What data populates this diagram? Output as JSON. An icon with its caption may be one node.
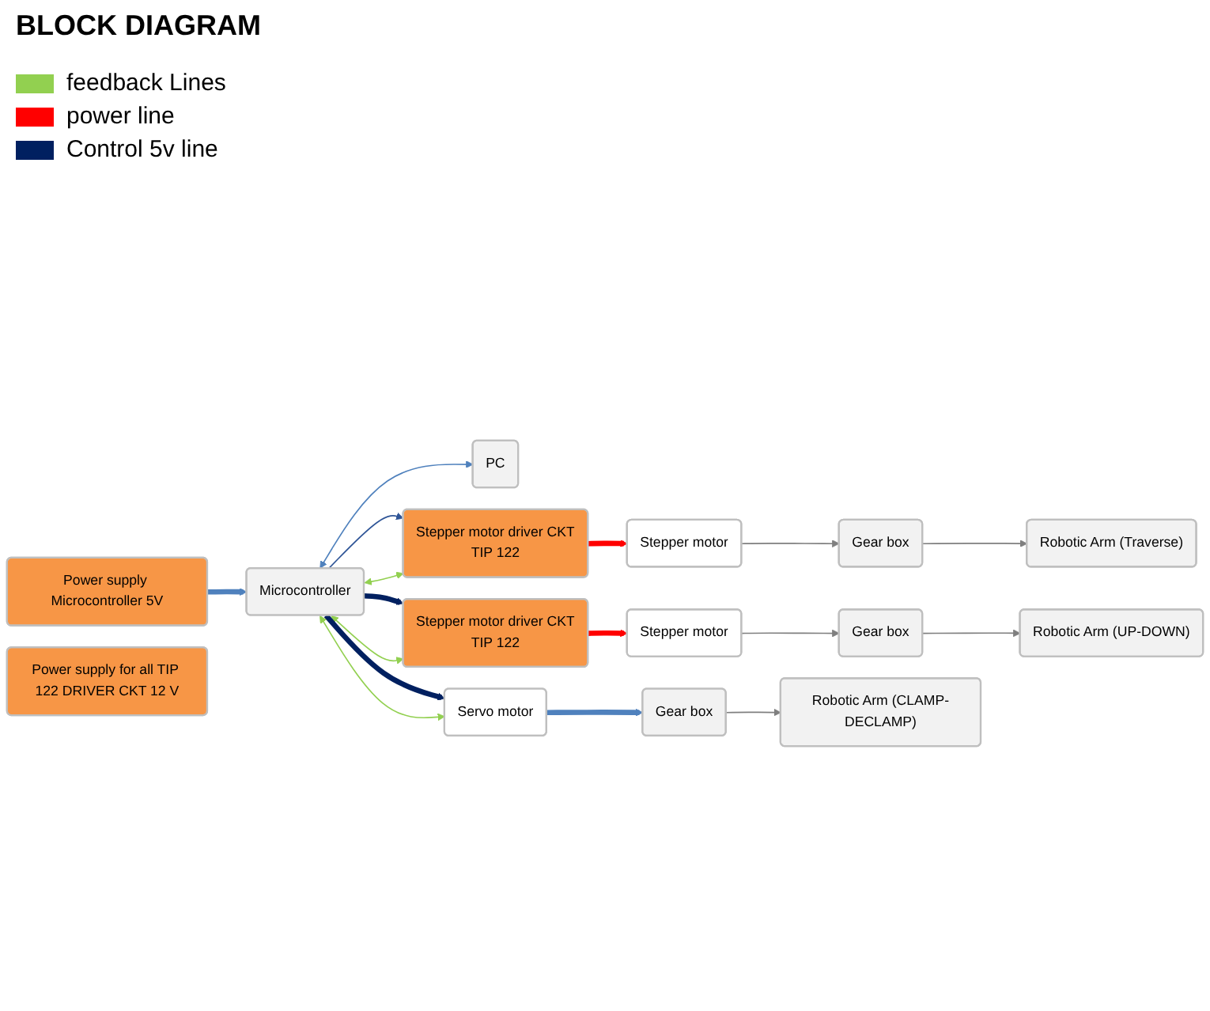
{
  "diagram": {
    "title": "BLOCK DIAGRAM",
    "nodes": [
      {
        "text": [
          "Power supply Microcontroller 5V"
        ]
      },
      {
        "text": [
          "Power supply for all TIP 122 DRIVER CKT 12 V"
        ]
      },
      {
        "text": [
          "Microcontroller"
        ]
      },
      {
        "text": [
          "PC"
        ]
      },
      {
        "text": [
          "Stepper motor driver CKT",
          "TIP 122"
        ]
      },
      {
        "text": [
          "Stepper motor"
        ]
      },
      {
        "text": [
          "Gear box"
        ]
      },
      {
        "text": [
          "Robotic Arm (Traverse)"
        ]
      },
      {
        "text": [
          "Stepper motor driver CKT",
          "TIP 122"
        ]
      },
      {
        "text": [
          "Stepper motor"
        ]
      },
      {
        "text": [
          "Gear box"
        ]
      },
      {
        "text": [
          "Robotic Arm (UP-DOWN)"
        ]
      },
      {
        "text": [
          "Servo motor"
        ]
      },
      {
        "text": [
          "Gear box"
        ]
      },
      {
        "text": [
          "Robotic Arm (CLAMP-DECLAMP)"
        ]
      }
    ],
    "edges": [
      {
        "from": 0,
        "to": 2,
        "arrow": "to",
        "style": "thick",
        "color": "#4f81bd"
      },
      {
        "from": 2,
        "to": 3,
        "arrow": "both",
        "color": "#4f81bd"
      },
      {
        "from": 2,
        "to": 4,
        "arrow": "to",
        "color": "#2f5597"
      },
      {
        "from": 2,
        "to": 4,
        "arrow": "both",
        "color": "#92d050"
      },
      {
        "from": 2,
        "to": 8,
        "arrow": "to",
        "style": "thick",
        "color": "#002060"
      },
      {
        "from": 2,
        "to": 8,
        "arrow": "both",
        "color": "#92d050"
      },
      {
        "from": 2,
        "to": 12,
        "arrow": "to",
        "style": "thick",
        "color": "#002060"
      },
      {
        "from": 2,
        "to": 12,
        "arrow": "both",
        "color": "#92d050"
      },
      {
        "from": 4,
        "to": 5,
        "arrow": "to",
        "style": "thick",
        "color": "#ff0000"
      },
      {
        "from": 5,
        "to": 6,
        "arrow": "to"
      },
      {
        "from": 6,
        "to": 7,
        "arrow": "to"
      },
      {
        "from": 8,
        "to": 9,
        "arrow": "to",
        "style": "thick",
        "color": "#ff0000"
      },
      {
        "from": 9,
        "to": 10,
        "arrow": "to"
      },
      {
        "from": 10,
        "to": 11,
        "arrow": "to"
      },
      {
        "from": 12,
        "to": 13,
        "arrow": "to",
        "style": "thick",
        "color": "#4f81bd"
      },
      {
        "from": 13,
        "to": 14,
        "arrow": "to"
      }
    ],
    "legend": [
      {
        "text": "feedback Lines",
        "color": "#92d050"
      },
      {
        "text": "power line",
        "color": "#ff0000"
      },
      {
        "text": "Control 5v line",
        "color": "#002060"
      }
    ]
  }
}
